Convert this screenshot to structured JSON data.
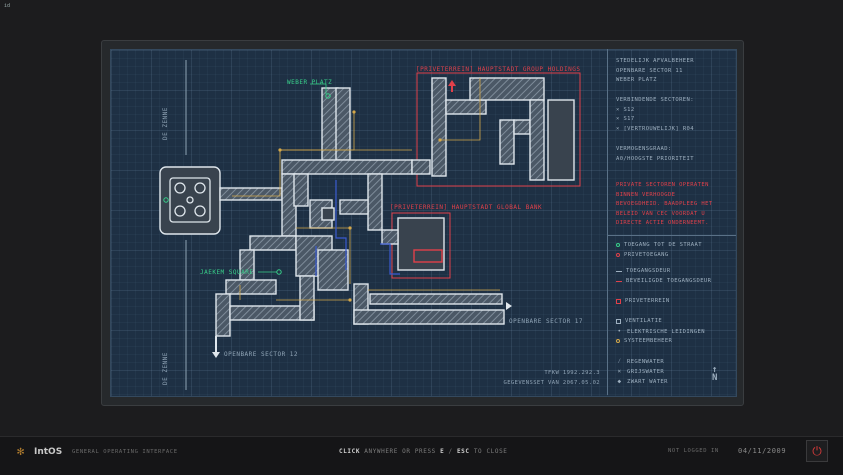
{
  "window_tag": "id",
  "map": {
    "labels": {
      "weber_platz": "WEBER PLATZ",
      "jakkem_square": "JAEKEM SQUARE",
      "private_group": "[PRIVETERREIN] HAUPTSTADT GROUP HOLDINGS",
      "private_bank": "[PRIVETERREIN] HAUPTSTADT GLOBAL BANK",
      "sector_17": "OPENBARE SECTOR 17",
      "sector_12": "OPENBARE SECTOR 12",
      "de_zenne_top": "DE ZENNE",
      "de_zenne_bottom": "DE ZENNE"
    },
    "footer": {
      "tfkw": "TFKW 1992.292.3",
      "dataset": "GEGEVENSSET VAN 2067.05.02"
    },
    "north": "N"
  },
  "panel": {
    "header": [
      "STEDELIJK AFVALBEHEER",
      "OPENBARE SECTOR 11",
      "WEBER PLATZ"
    ],
    "connecting_title": "VERBINDENDE SECTOREN:",
    "connecting": [
      "S12",
      "S17",
      "[VERTROUWELIJK] R04"
    ],
    "clearance_title": "VERMOGENSGRAAD:",
    "clearance": "A0/HOOGSTE PRIORITEIT",
    "warning": [
      "PRIVATE SECTOREN OPERATEN",
      "BINNEN VERHOOGDE",
      "BEVOEGDHEID. BAADPLEEG HET",
      "BELEID VAN CEC VOORDAT U",
      "DIRECTE ACTIE ONDERNEEMT."
    ],
    "legend": {
      "street_access": "TOEGANG TOT DE STRAAT",
      "private_access": "PRIVETOEGANG",
      "access_door": "TOEGANGSDEUR",
      "secured_door": "BEVEILIGDE TOEGANGSDEUR",
      "private_area": "PRIVETERREIN",
      "ventilation": "VENTILATIE",
      "electrical": "ELEKTRISCHE LEIDINGEN",
      "system_mgmt": "SYSTEEMBEHEER",
      "rainwater": "REGENWATER",
      "greywater": "GRIJSWATER",
      "blackwater": "ZWART WATER"
    },
    "colors": {
      "green": "#38d08a",
      "red": "#e0404a",
      "orange": "#d4a84a",
      "blue": "#3a5acf"
    }
  },
  "bottombar": {
    "logo": "IntOS",
    "subtitle": "GENERAL OPERATING INTERFACE",
    "hint_click": "CLICK",
    "hint_mid": " ANYWHERE OR PRESS ",
    "hint_e": "E",
    "hint_sep": " / ",
    "hint_esc": "ESC",
    "hint_end": " TO CLOSE",
    "status": "NOT LOGGED IN",
    "date": "04/11/2009"
  }
}
